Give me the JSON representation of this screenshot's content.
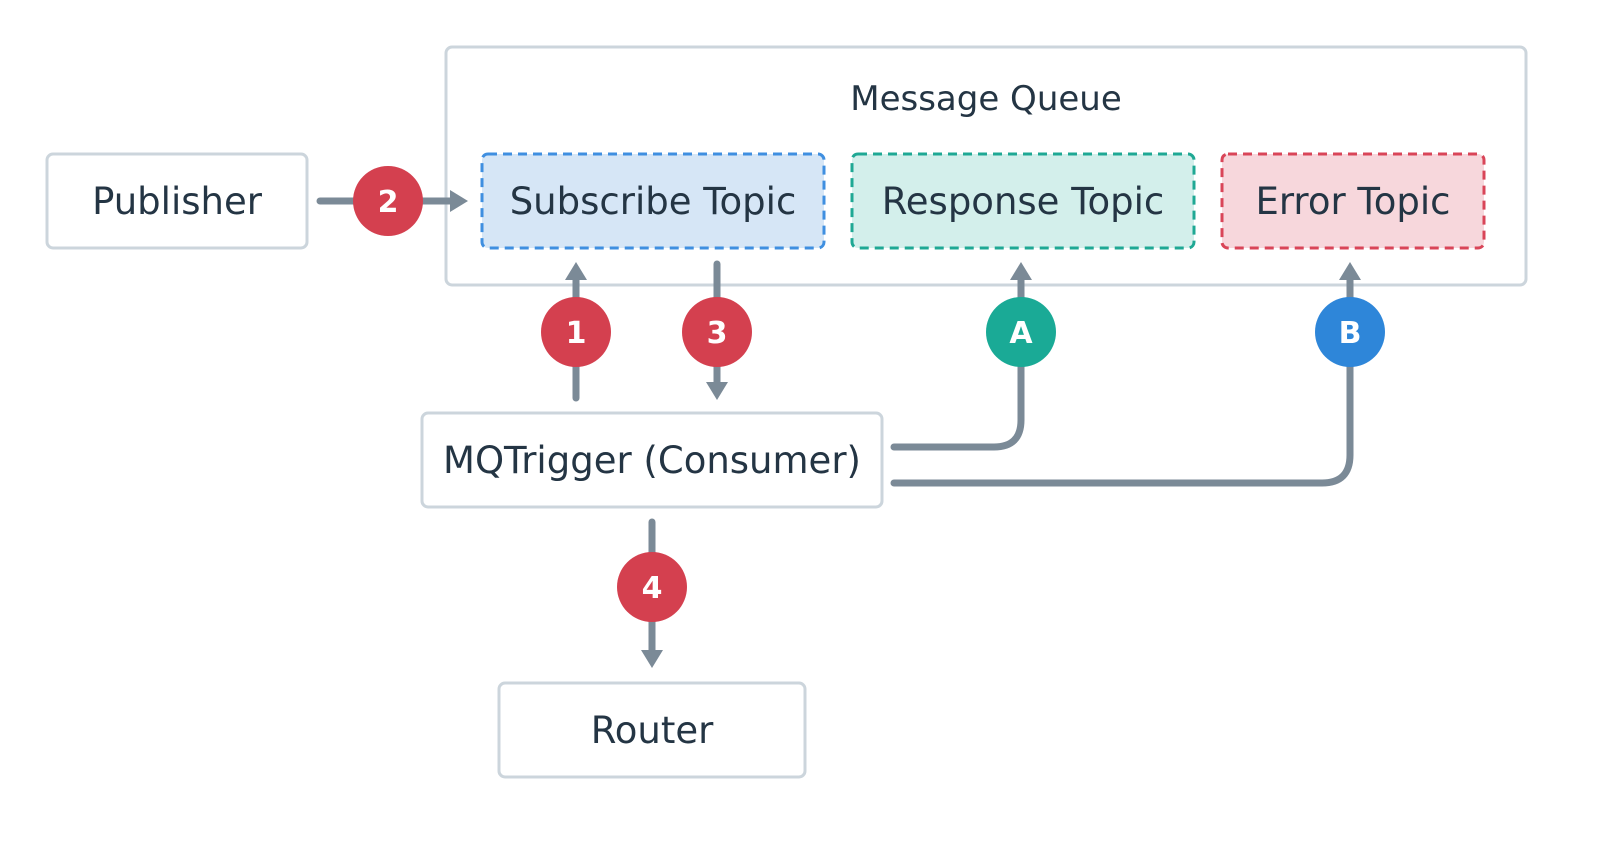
{
  "group": {
    "title": "Message Queue"
  },
  "nodes": {
    "publisher": "Publisher",
    "subscribe_topic": "Subscribe Topic",
    "response_topic": "Response Topic",
    "error_topic": "Error Topic",
    "consumer": "MQTrigger (Consumer)",
    "router": "Router"
  },
  "steps": {
    "s1": "1",
    "s2": "2",
    "s3": "3",
    "s4": "4",
    "sA": "A",
    "sB": "B"
  },
  "colors": {
    "step_numbered": "#d4404f",
    "step_A": "#1aaa96",
    "step_B": "#2e86d9",
    "subscribe_fill": "#d6e6f6",
    "subscribe_border": "#3f8fe0",
    "response_fill": "#d3efeb",
    "response_border": "#1fa894",
    "error_fill": "#f7d7dc",
    "error_border": "#d94558",
    "connector": "#7b8a97",
    "box_border": "#ccd5dc",
    "text": "#243544"
  }
}
